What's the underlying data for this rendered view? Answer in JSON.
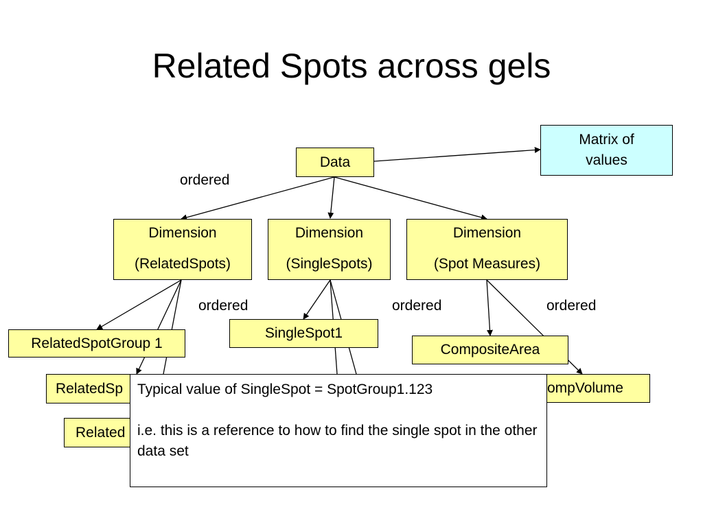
{
  "title": "Related Spots across gels",
  "nodes": {
    "matrix": [
      "Matrix of",
      "values"
    ],
    "data": "Data",
    "dim_related": [
      "Dimension",
      "(RelatedSpots)"
    ],
    "dim_single": [
      "Dimension",
      "(SingleSpots)"
    ],
    "dim_measures": [
      "Dimension",
      "(Spot Measures)"
    ],
    "related_group_1": "RelatedSpotGroup 1",
    "related_group_2_partial": "RelatedSp",
    "related_group_3_partial": "Related",
    "single_spot_1": "SingleSpot1",
    "composite_area": "CompositeArea",
    "comp_volume_partial": "ompVolume"
  },
  "labels": {
    "ordered_top": "ordered",
    "ordered_related": "ordered",
    "ordered_single": "ordered",
    "ordered_measures": "ordered"
  },
  "note": {
    "line1": "Typical value of SingleSpot = SpotGroup1.123",
    "line2": "i.e. this is a reference to how to find the single spot in the other data set"
  },
  "colors": {
    "box_fill": "#ffffa0",
    "matrix_fill": "#ccffff",
    "stroke": "#000000"
  }
}
